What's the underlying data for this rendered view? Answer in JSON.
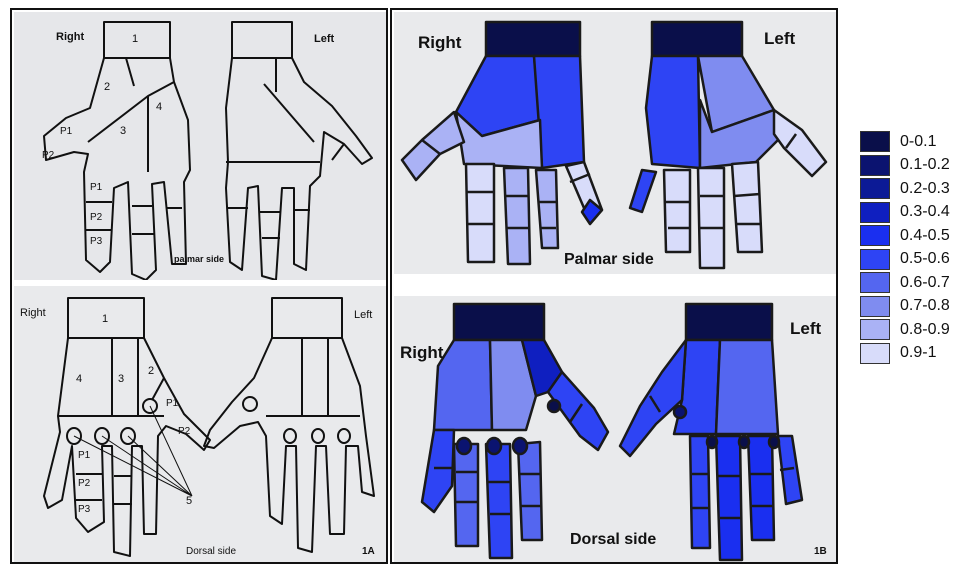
{
  "panel_a": {
    "palmar": {
      "right_label": "Right",
      "left_label": "Left",
      "side_label": "palmar side",
      "regions": {
        "r1": "1",
        "r2": "2",
        "r3": "3",
        "r4": "4"
      },
      "thumb": {
        "p1": "P1",
        "p2": "P2"
      },
      "finger": {
        "p1": "P1",
        "p2": "P2",
        "p3": "P3"
      }
    },
    "dorsal": {
      "right_label": "Right",
      "left_label": "Left",
      "side_label": "Dorsal side",
      "regions": {
        "r1": "1",
        "r2": "2",
        "r3": "3",
        "r4": "4",
        "r5": "5"
      },
      "thumb": {
        "p1": "P1",
        "p2": "P2"
      },
      "finger": {
        "p1": "P1",
        "p2": "P2",
        "p3": "P3"
      }
    },
    "panel_id": "1A"
  },
  "panel_b": {
    "palmar": {
      "right_label": "Right",
      "left_label": "Left",
      "side_label": "Palmar side"
    },
    "dorsal": {
      "right_label": "Right",
      "left_label": "Left",
      "side_label": "Dorsal side"
    },
    "panel_id": "1B"
  },
  "legend": [
    {
      "range": "0-0.1",
      "color": "#0a0f4a"
    },
    {
      "range": "0.1-0.2",
      "color": "#0b1370"
    },
    {
      "range": "0.2-0.3",
      "color": "#0c1a96"
    },
    {
      "range": "0.3-0.4",
      "color": "#0f1fc0"
    },
    {
      "range": "0.4-0.5",
      "color": "#1a2ff0"
    },
    {
      "range": "0.5-0.6",
      "color": "#2e44f4"
    },
    {
      "range": "0.6-0.7",
      "color": "#5466f0"
    },
    {
      "range": "0.7-0.8",
      "color": "#7f8cf0"
    },
    {
      "range": "0.8-0.9",
      "color": "#aab2f5"
    },
    {
      "range": "0.9-1",
      "color": "#d8dcfa"
    }
  ]
}
